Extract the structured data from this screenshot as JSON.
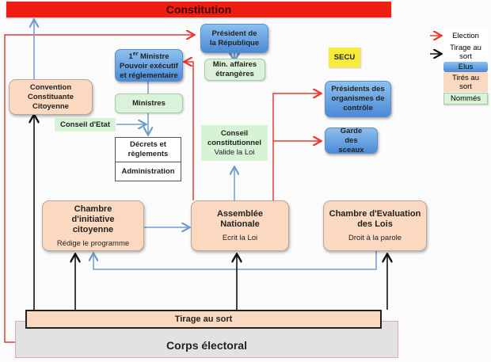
{
  "constitution": "Constitution",
  "president": "Président de la République",
  "min_affaires": "Min. affaires étrangères",
  "premier_ministre": {
    "line1": "1er Ministre",
    "line2": "Pouvoir exécutif",
    "line3": "et réglementaire"
  },
  "ministres": "Ministres",
  "conseil_etat": "Conseil d'Etat",
  "decrets": "Décrets et règlements",
  "administration": "Administration",
  "convention": "Convention Constituante Citoyenne",
  "secu": "SECU",
  "presidents_organismes": "Présidents des organismes de contrôle",
  "garde_sceaux": "Garde des sceaux",
  "conseil_constitutionnel": {
    "title": "Conseil constitutionnel",
    "subtitle": "Valide la Loi"
  },
  "chambre_initiative": {
    "title": "Chambre d'initiative citoyenne",
    "subtitle": "Rédige le programme"
  },
  "assemblee": {
    "title": "Assemblée Nationale",
    "subtitle": "Ecrit la Loi"
  },
  "chambre_evaluation": {
    "title": "Chambre d'Evaluation des Lois",
    "subtitle": "Droit à la parole"
  },
  "tirage_au_sort": "Tirage au sort",
  "corps_electoral": "Corps électoral",
  "legend": {
    "election": "Election",
    "tirage": "Tirage au sort",
    "elus": "Elus",
    "tires": "Tirés au sort",
    "nommes": "Nommés"
  },
  "colors": {
    "election": "#e8392f",
    "tirage": "#111111",
    "flow": "#6e9dcc",
    "elus": "#4a8ad6",
    "tires": "#fbd9c0",
    "nommes": "#d9f2d8",
    "constitution": "#f01e12"
  }
}
